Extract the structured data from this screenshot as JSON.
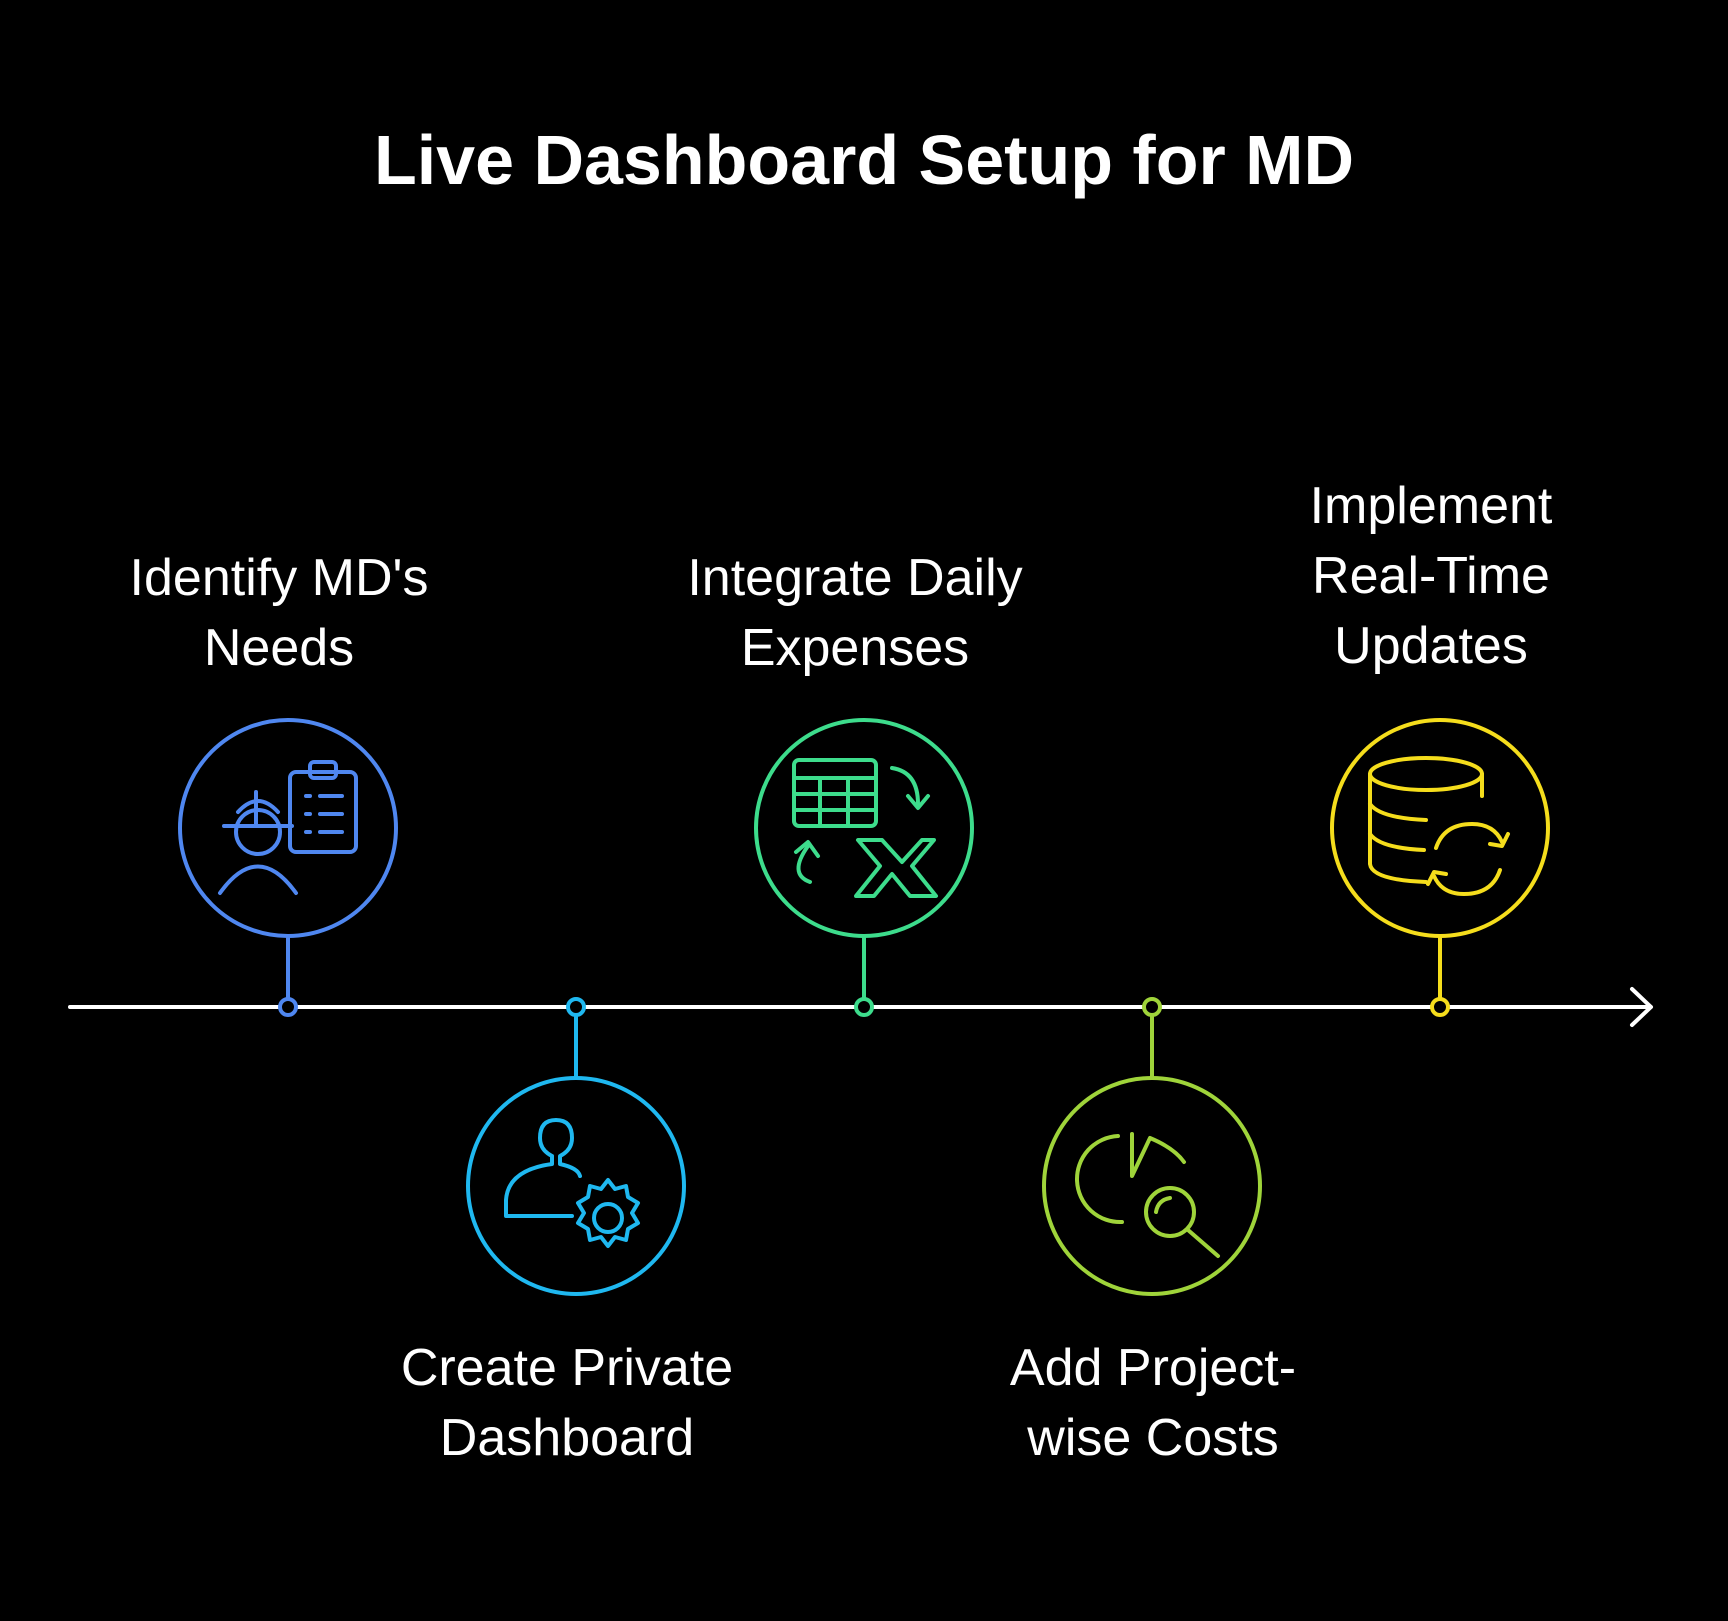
{
  "title": "Live Dashboard Setup for MD",
  "steps": [
    {
      "label_lines": [
        "Identify MD's",
        "Needs"
      ],
      "color": "#4f87f0",
      "icon": "worker-clipboard-icon",
      "position": "above"
    },
    {
      "label_lines": [
        "Create Private",
        "Dashboard"
      ],
      "color": "#1fb8f0",
      "icon": "user-gear-icon",
      "position": "below"
    },
    {
      "label_lines": [
        "Integrate Daily",
        "Expenses"
      ],
      "color": "#3ddc8c",
      "icon": "spreadsheet-excel-icon",
      "position": "above"
    },
    {
      "label_lines": [
        "Add Project-",
        "wise Costs"
      ],
      "color": "#9fd43a",
      "icon": "pie-chart-search-icon",
      "position": "below"
    },
    {
      "label_lines": [
        "Implement",
        "Real-Time",
        "Updates"
      ],
      "color": "#f5dd1c",
      "icon": "database-sync-icon",
      "position": "above"
    }
  ],
  "timeline": {
    "color": "#ffffff"
  }
}
